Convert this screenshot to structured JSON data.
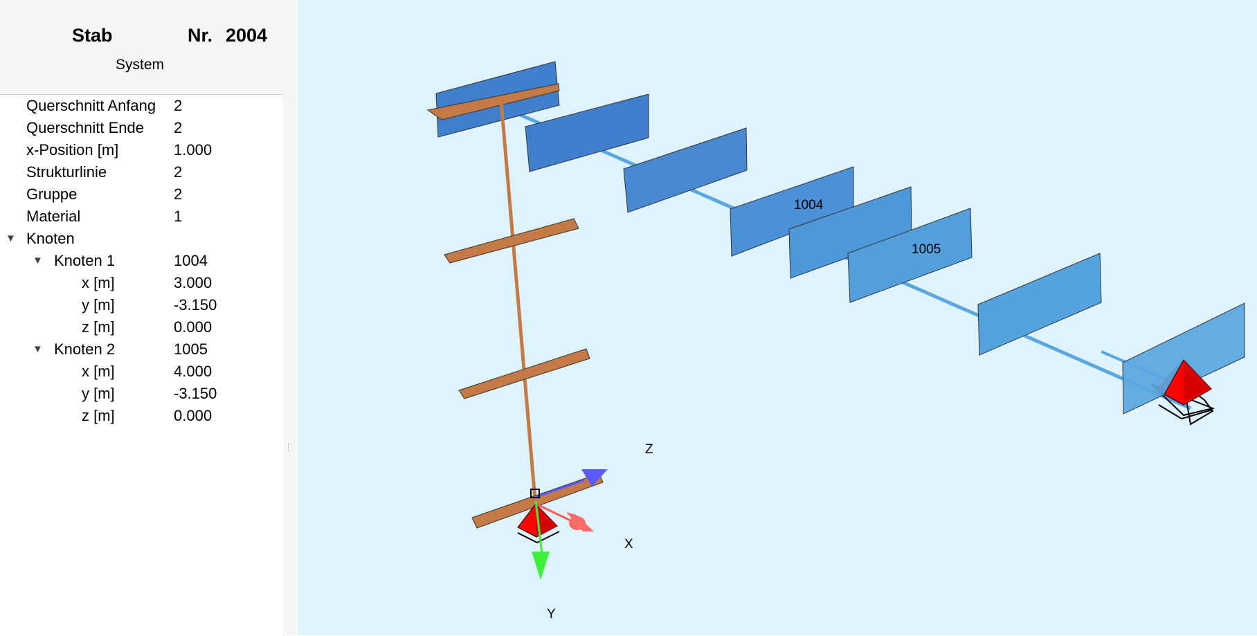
{
  "header": {
    "title": "Stab",
    "nr_label": "Nr.",
    "nr_value": "2004",
    "subtitle": "System"
  },
  "properties": [
    {
      "label": "Querschnitt Anfang",
      "value": "2"
    },
    {
      "label": "Querschnitt Ende",
      "value": "2"
    },
    {
      "label": "x-Position [m]",
      "value": "1.000"
    },
    {
      "label": "Strukturlinie",
      "value": "2"
    },
    {
      "label": "Gruppe",
      "value": "2"
    },
    {
      "label": "Material",
      "value": "1"
    }
  ],
  "knoten": {
    "label": "Knoten",
    "nodes": [
      {
        "label": "Knoten 1",
        "value": "1004",
        "coords": [
          {
            "label": "x [m]",
            "value": "3.000"
          },
          {
            "label": "y [m]",
            "value": "-3.150"
          },
          {
            "label": "z [m]",
            "value": "0.000"
          }
        ]
      },
      {
        "label": "Knoten 2",
        "value": "1005",
        "coords": [
          {
            "label": "x [m]",
            "value": "4.000"
          },
          {
            "label": "y [m]",
            "value": "-3.150"
          },
          {
            "label": "z [m]",
            "value": "0.000"
          }
        ]
      }
    ]
  },
  "viewport": {
    "node_labels": [
      "1004",
      "1005"
    ],
    "axes": {
      "z": "Z",
      "x": "X",
      "y": "Y"
    },
    "colors": {
      "background": "#dff3fc",
      "plate_dark": "#3f7fcb",
      "plate_light": "#529fdb",
      "column_plate": "#c57a45",
      "support": "#ff0000",
      "axis_x": "#ff5a5a",
      "axis_y": "#3cf03c",
      "axis_z": "#5a5aff"
    }
  }
}
